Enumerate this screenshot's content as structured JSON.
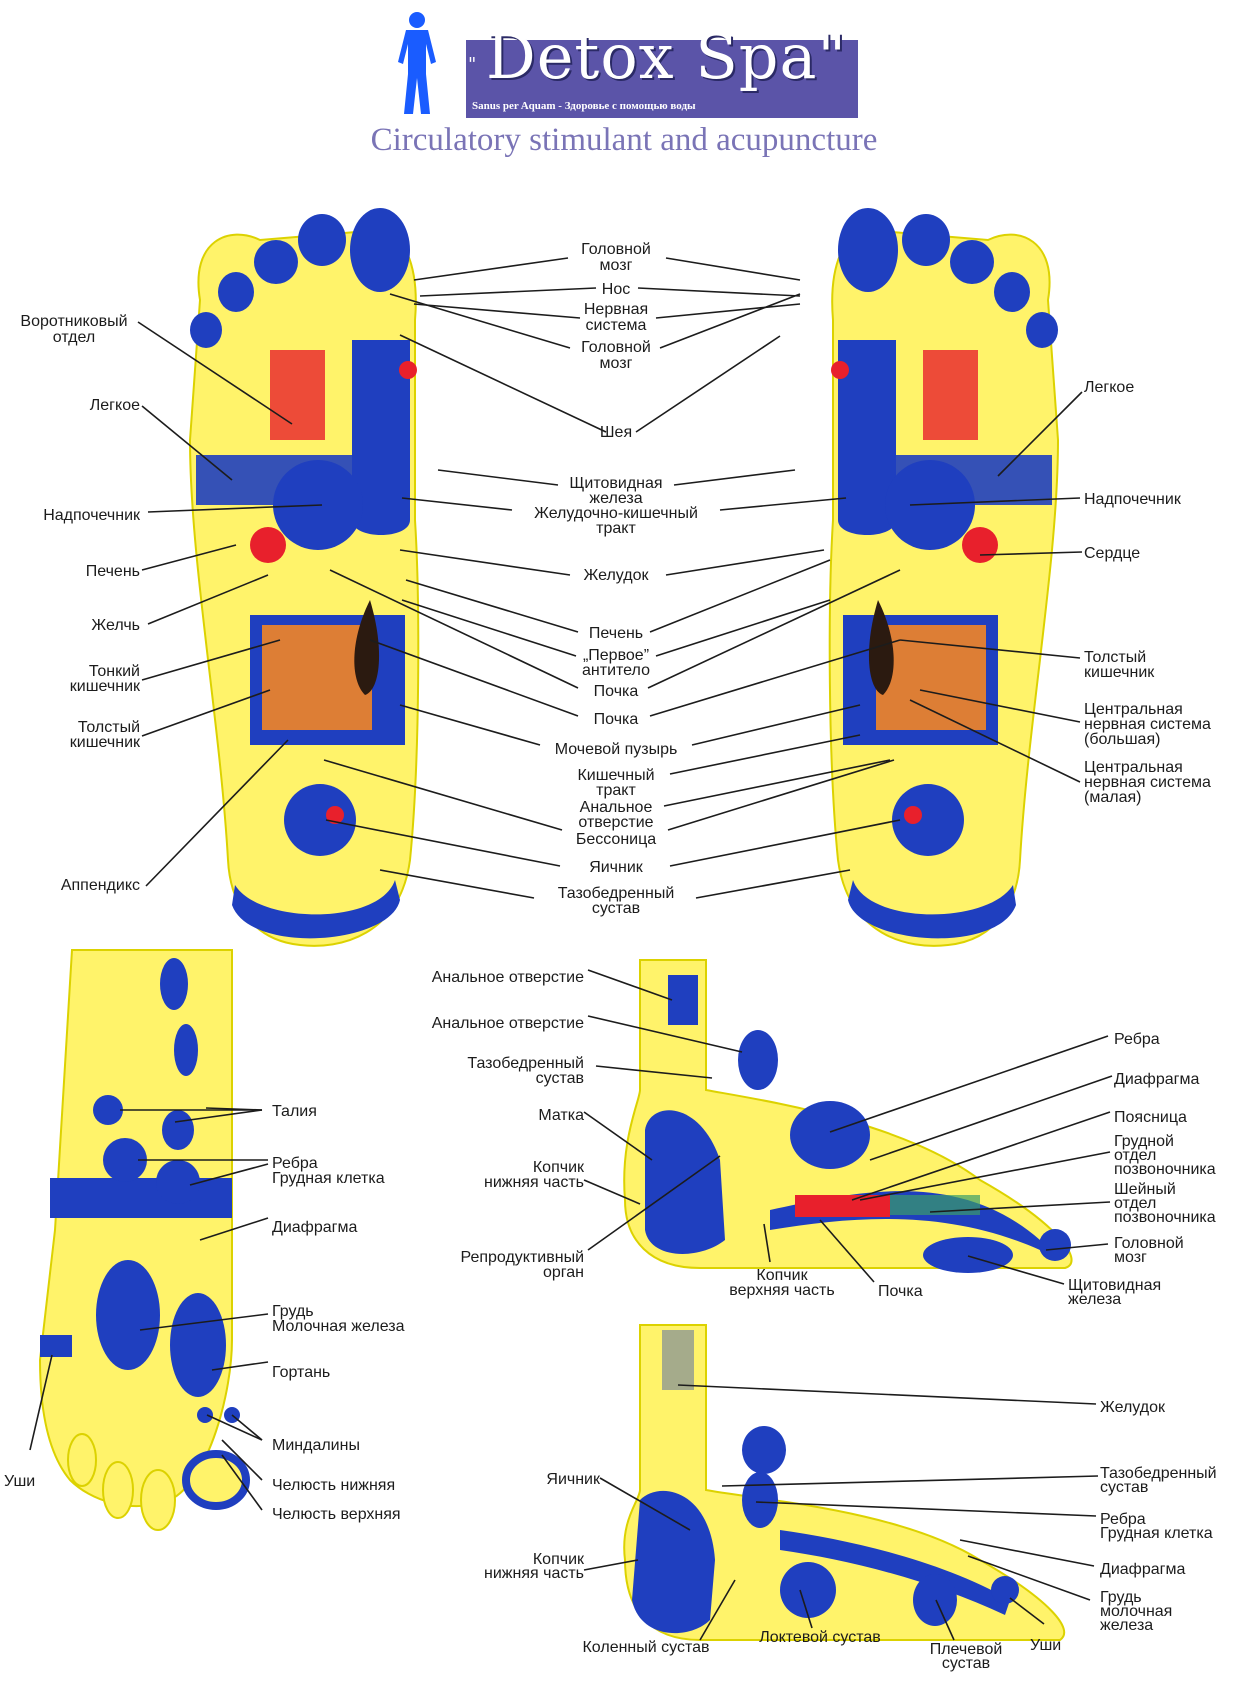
{
  "header": {
    "brand_prefix": "\"",
    "brand_name": "Detox Spa\"",
    "brand_tagline": "Sanus per Aquam - Здоровье с помощью воды",
    "subtitle": "Circulatory stimulant and acupuncture"
  },
  "colors": {
    "zone_blue": "#1f3fbf",
    "foot_yellow": "#fff36a",
    "brand_purple": "#5b54a8",
    "organ_red": "#e8202c",
    "organ_orange": "#ff8a1c"
  },
  "icons": [
    "human-silhouette-icon"
  ],
  "labels": {
    "golovnoy_mozg": [
      "Головной",
      "мозг"
    ],
    "nos": "Нос",
    "nervnaya_sistema": [
      "Нервная",
      "система"
    ],
    "golovnoy_mozg_2": [
      "Головной",
      "мозг"
    ],
    "vorotnikovy": [
      "Воротниковый",
      "отдел"
    ],
    "legkoe_l": "Легкое",
    "legkoe_r": "Легкое",
    "sheya": "Шея",
    "shchitovidnaya": [
      "Щитовидная",
      "железа"
    ],
    "zhkt": [
      "Желудочно-кишечный",
      "тракт"
    ],
    "nadpochechnik_l": "Надпочечник",
    "nadpochechnik_r": "Надпочечник",
    "serdce": "Сердце",
    "pechen_l": "Печень",
    "zheludok": "Желудок",
    "zhelch": "Желчь",
    "pechen_c": "Печень",
    "pervoe_antitelo": [
      "„Первое”",
      "антитело"
    ],
    "pochka_1": "Почка",
    "pochka_2": "Почка",
    "tonkiy": [
      "Тонкий",
      "кишечник"
    ],
    "tolsty_l": [
      "Толстый",
      "кишечник"
    ],
    "tolsty_r": [
      "Толстый",
      "кишечник"
    ],
    "cns_big": [
      "Центральная",
      "нервная система",
      "(большая)"
    ],
    "cns_small": [
      "Центральная",
      "нервная система",
      "(малая)"
    ],
    "mochevoy": "Мочевой пузырь",
    "kishechny": [
      "Кишечный",
      "тракт"
    ],
    "analnoe_c": [
      "Анальное",
      "отверстие"
    ],
    "bessonica": "Бессоница",
    "appendiks": "Аппендикс",
    "yaichnik_c": "Яичник",
    "tazobedr_c": [
      "Тазобедренный",
      "сустав"
    ],
    "taliya": "Талия",
    "rebra_grud": [
      "Ребра",
      "Грудная клетка"
    ],
    "diafragma_top": "Диафрагма",
    "grud_moloch": [
      "Грудь",
      "Молочная железа"
    ],
    "gortan": "Гортань",
    "mindaliny": "Миндалины",
    "chelyust_nizh": "Челюсть нижняя",
    "chelyust_verh": "Челюсть верхняя",
    "ushi_l": "Уши",
    "analnoe_1": "Анальное отверстие",
    "analnoe_2": "Анальное отверстие",
    "tazobedr_m": [
      "Тазобедренный",
      "сустав"
    ],
    "matka": "Матка",
    "kopchik_nizh_m": [
      "Копчик",
      "нижняя часть"
    ],
    "reprod": [
      "Репродуктивный",
      "орган"
    ],
    "kopchik_verh": [
      "Копчик",
      "верхняя часть"
    ],
    "pochka_m": "Почка",
    "rebra_m": "Ребра",
    "diafragma_m": "Диафрагма",
    "poyasnica": "Поясница",
    "grudnoy_otdel": [
      "Грудной",
      "отдел",
      "позвоночника"
    ],
    "sheyny_otdel": [
      "Шейный",
      "отдел",
      "позвоночника"
    ],
    "golovnoy_mozg_m": [
      "Головной",
      "мозг"
    ],
    "shchitovidnaya_m": [
      "Щитовидная",
      "железа"
    ],
    "zheludok_l": "Желудок",
    "tazobedr_l": [
      "Тазобедренный",
      "сустав"
    ],
    "rebra_l": [
      "Ребра",
      "Грудная клетка"
    ],
    "diafragma_l": "Диафрагма",
    "grud_l": [
      "Грудь",
      "молочная",
      "железа"
    ],
    "ushi_r": "Уши",
    "plechevoy": [
      "Плечевой",
      "сустав"
    ],
    "loktevoy": "Локтевой сустав",
    "kolenny": "Коленный сустав",
    "yaichnik_l": "Яичник",
    "kopchik_nizh_l": [
      "Копчик",
      "нижняя часть"
    ]
  }
}
